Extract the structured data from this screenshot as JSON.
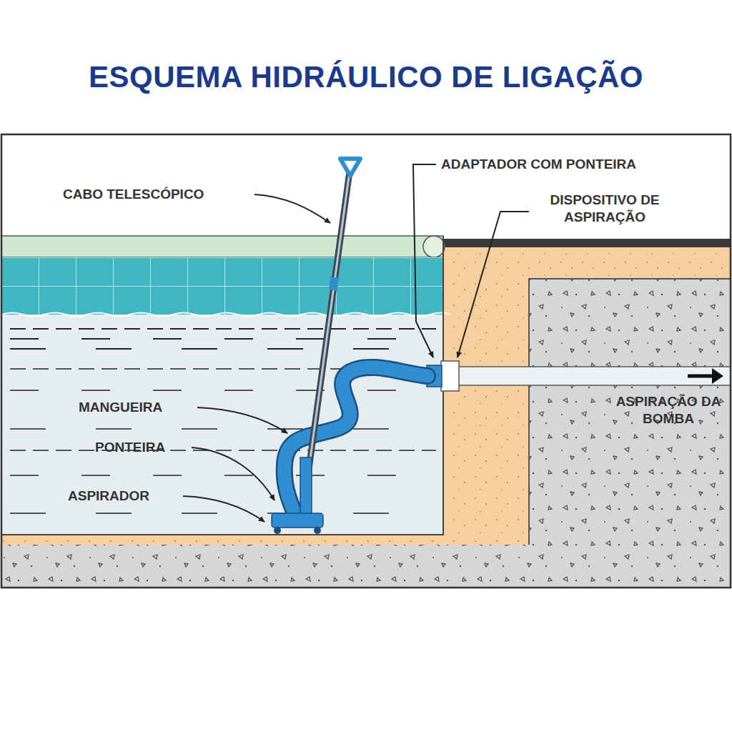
{
  "diagram": {
    "title": "ESQUEMA HIDRÁULICO DE LIGAÇÃO",
    "labels": [
      "CABO TELESCÓPICO",
      "ADAPTADOR COM PONTEIRA",
      "DISPOSITIVO DE ASPIRAÇÃO",
      "MANGUEIRA",
      "PONTEIRA",
      "ASPIRADOR",
      "ASPIRAÇÃO DA BOMBA"
    ]
  }
}
